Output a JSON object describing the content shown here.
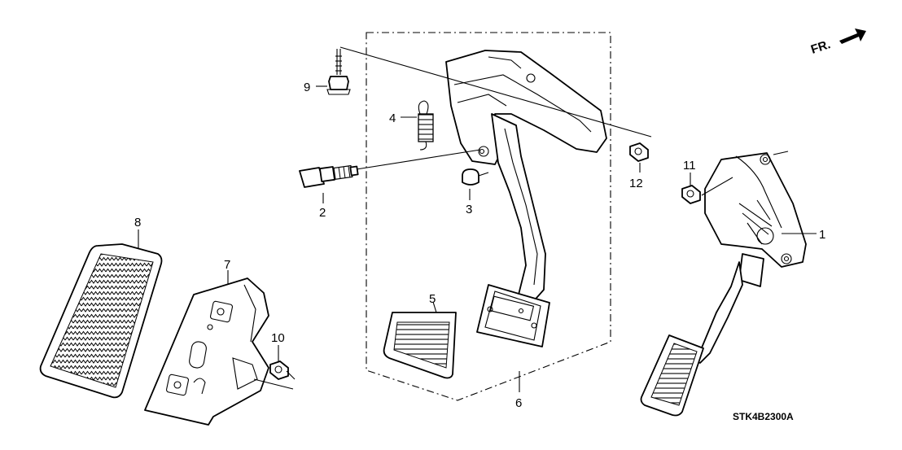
{
  "direction_label": "FR.",
  "diagram_code": "STK4B2300A",
  "callouts": [
    "1",
    "2",
    "3",
    "4",
    "5",
    "6",
    "7",
    "8",
    "9",
    "10",
    "11",
    "12"
  ]
}
